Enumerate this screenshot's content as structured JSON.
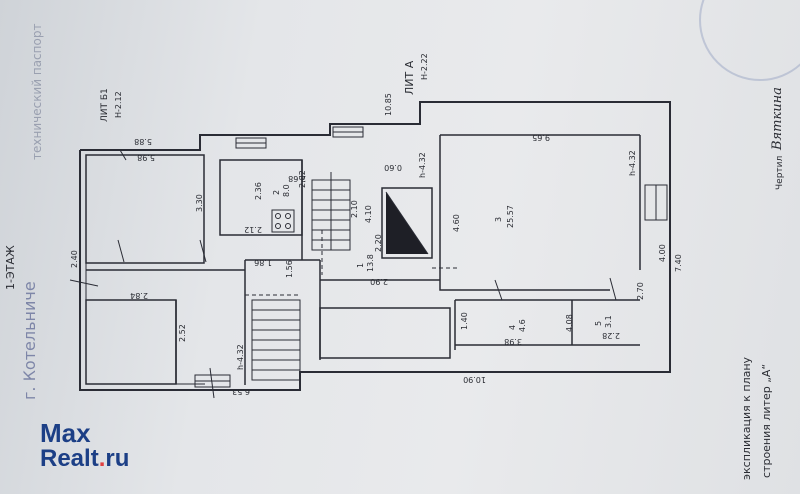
{
  "floor_title": "1-ЭТАЖ",
  "city_text": "г. Котельниче",
  "lit_b1": "ЛИТ Б1",
  "lit_b1_h": "Н-2.12",
  "lit_a": "ЛИТ А",
  "lit_a_h": "Н-2.22",
  "stamp_text": "технический паспорт",
  "side_note_1": "экспликация к плану",
  "side_note_2": "строения литер „А“",
  "side_note_3": "Чертил",
  "signature": "Вяткина",
  "dims": {
    "d_588": "5.88",
    "d_965": "9.65",
    "d_1085": "10.85",
    "d_330": "3.30",
    "d_240a": "2.40",
    "d_284": "2.84",
    "d_252": "2.52",
    "d_236": "2.36",
    "d_282": "2.82",
    "d_212": "2.12",
    "d_268": "2.68",
    "d_186": "1.86",
    "d_156": "1.56",
    "d_h432a": "h-4.32",
    "d_h432b": "h-4.32",
    "d_h432c": "h-4.32",
    "d_210": "2.10",
    "d_410": "4.10",
    "d_220": "2.20",
    "d_290": "2.90",
    "d_460": "4.60",
    "d_400": "4.00",
    "d_740": "7.40",
    "d_398": "3.98",
    "d_140": "1.40",
    "d_408": "4.08",
    "d_228": "2.28",
    "d_653": "6.53",
    "d_1090": "10.90",
    "d_270": "2.70",
    "d_060": "0.60",
    "d_598": "5.98"
  },
  "rooms": {
    "r1": "1",
    "r1_area": "13.8",
    "r2": "2",
    "r2_area": "8.0",
    "r3": "3",
    "r3_area": "25.57",
    "r4": "4",
    "r4_area": "4.6",
    "r5": "5",
    "r5_area": "3.1"
  },
  "watermark": {
    "brand": "Max",
    "site": "Realt",
    "dot": ".",
    "tld": "ru"
  }
}
